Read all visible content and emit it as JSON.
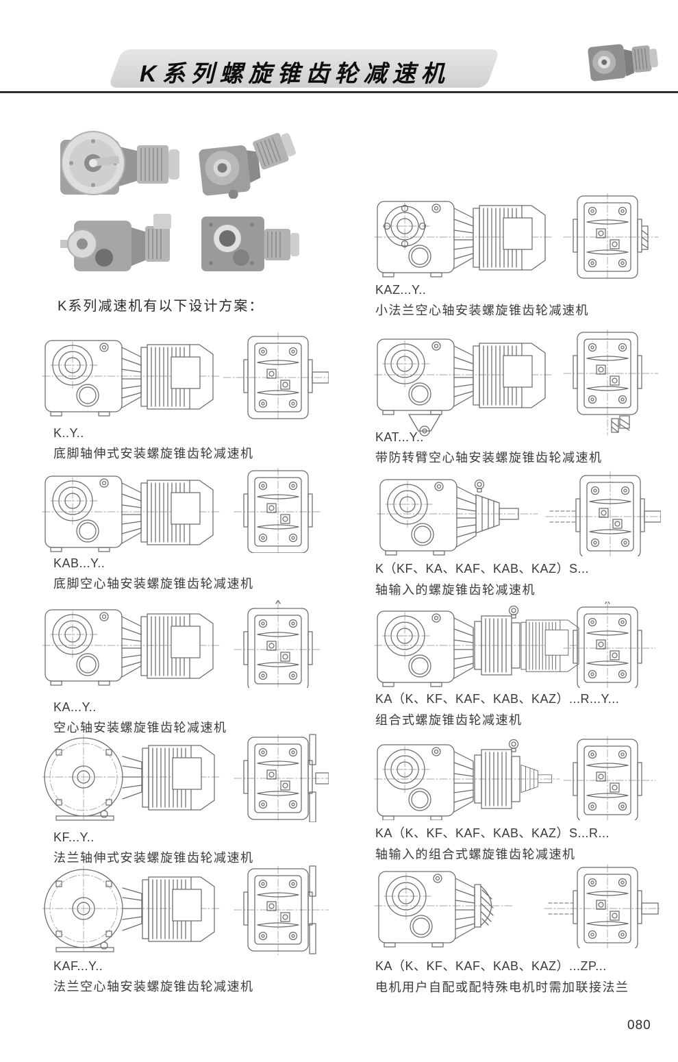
{
  "header": {
    "title": "K系列螺旋锥齿轮减速机"
  },
  "intro": {
    "text": "K系列减速机有以下设计方案："
  },
  "models": {
    "left": [
      {
        "code": "K..Y..",
        "desc": "底脚轴伸式安装螺旋锥齿轮减速机"
      },
      {
        "code": "KAB...Y..",
        "desc": "底脚空心轴安装螺旋锥齿轮减速机"
      },
      {
        "code": "KA...Y..",
        "desc": "空心轴安装螺旋锥齿轮减速机"
      },
      {
        "code": "KF...Y..",
        "desc": "法兰轴伸式安装螺旋锥齿轮减速机"
      },
      {
        "code": "KAF...Y..",
        "desc": "法兰空心轴安装螺旋锥齿轮减速机"
      }
    ],
    "right": [
      {
        "code": "KAZ...Y..",
        "desc": "小法兰空心轴安装螺旋锥齿轮减速机"
      },
      {
        "code": "KAT...Y..",
        "desc": "带防转臂空心轴安装螺旋锥齿轮减速机"
      },
      {
        "code": "K（KF、KA、KAF、KAB、KAZ）S...",
        "desc": "轴输入的螺旋锥齿轮减速机"
      },
      {
        "code": "KA（K、KF、KAF、KAB、KAZ）...R...Y...",
        "desc": "组合式螺旋锥齿轮减速机"
      },
      {
        "code": "KA（K、KF、KAF、KAB、KAZ）S...R...",
        "desc": "轴输入的组合式螺旋锥齿轮减速机"
      },
      {
        "code": "KA（K、KF、KAF、KAB、KAZ）...ZP...",
        "desc": "电机用户自配或配特殊电机时需加联接法兰"
      }
    ]
  },
  "footer": {
    "page_number": "080"
  },
  "colors": {
    "band_bg": "#d9d9d9",
    "rule": "#2e2e2e",
    "line_art": "#6a6a6a",
    "text": "#3a3a3a"
  }
}
